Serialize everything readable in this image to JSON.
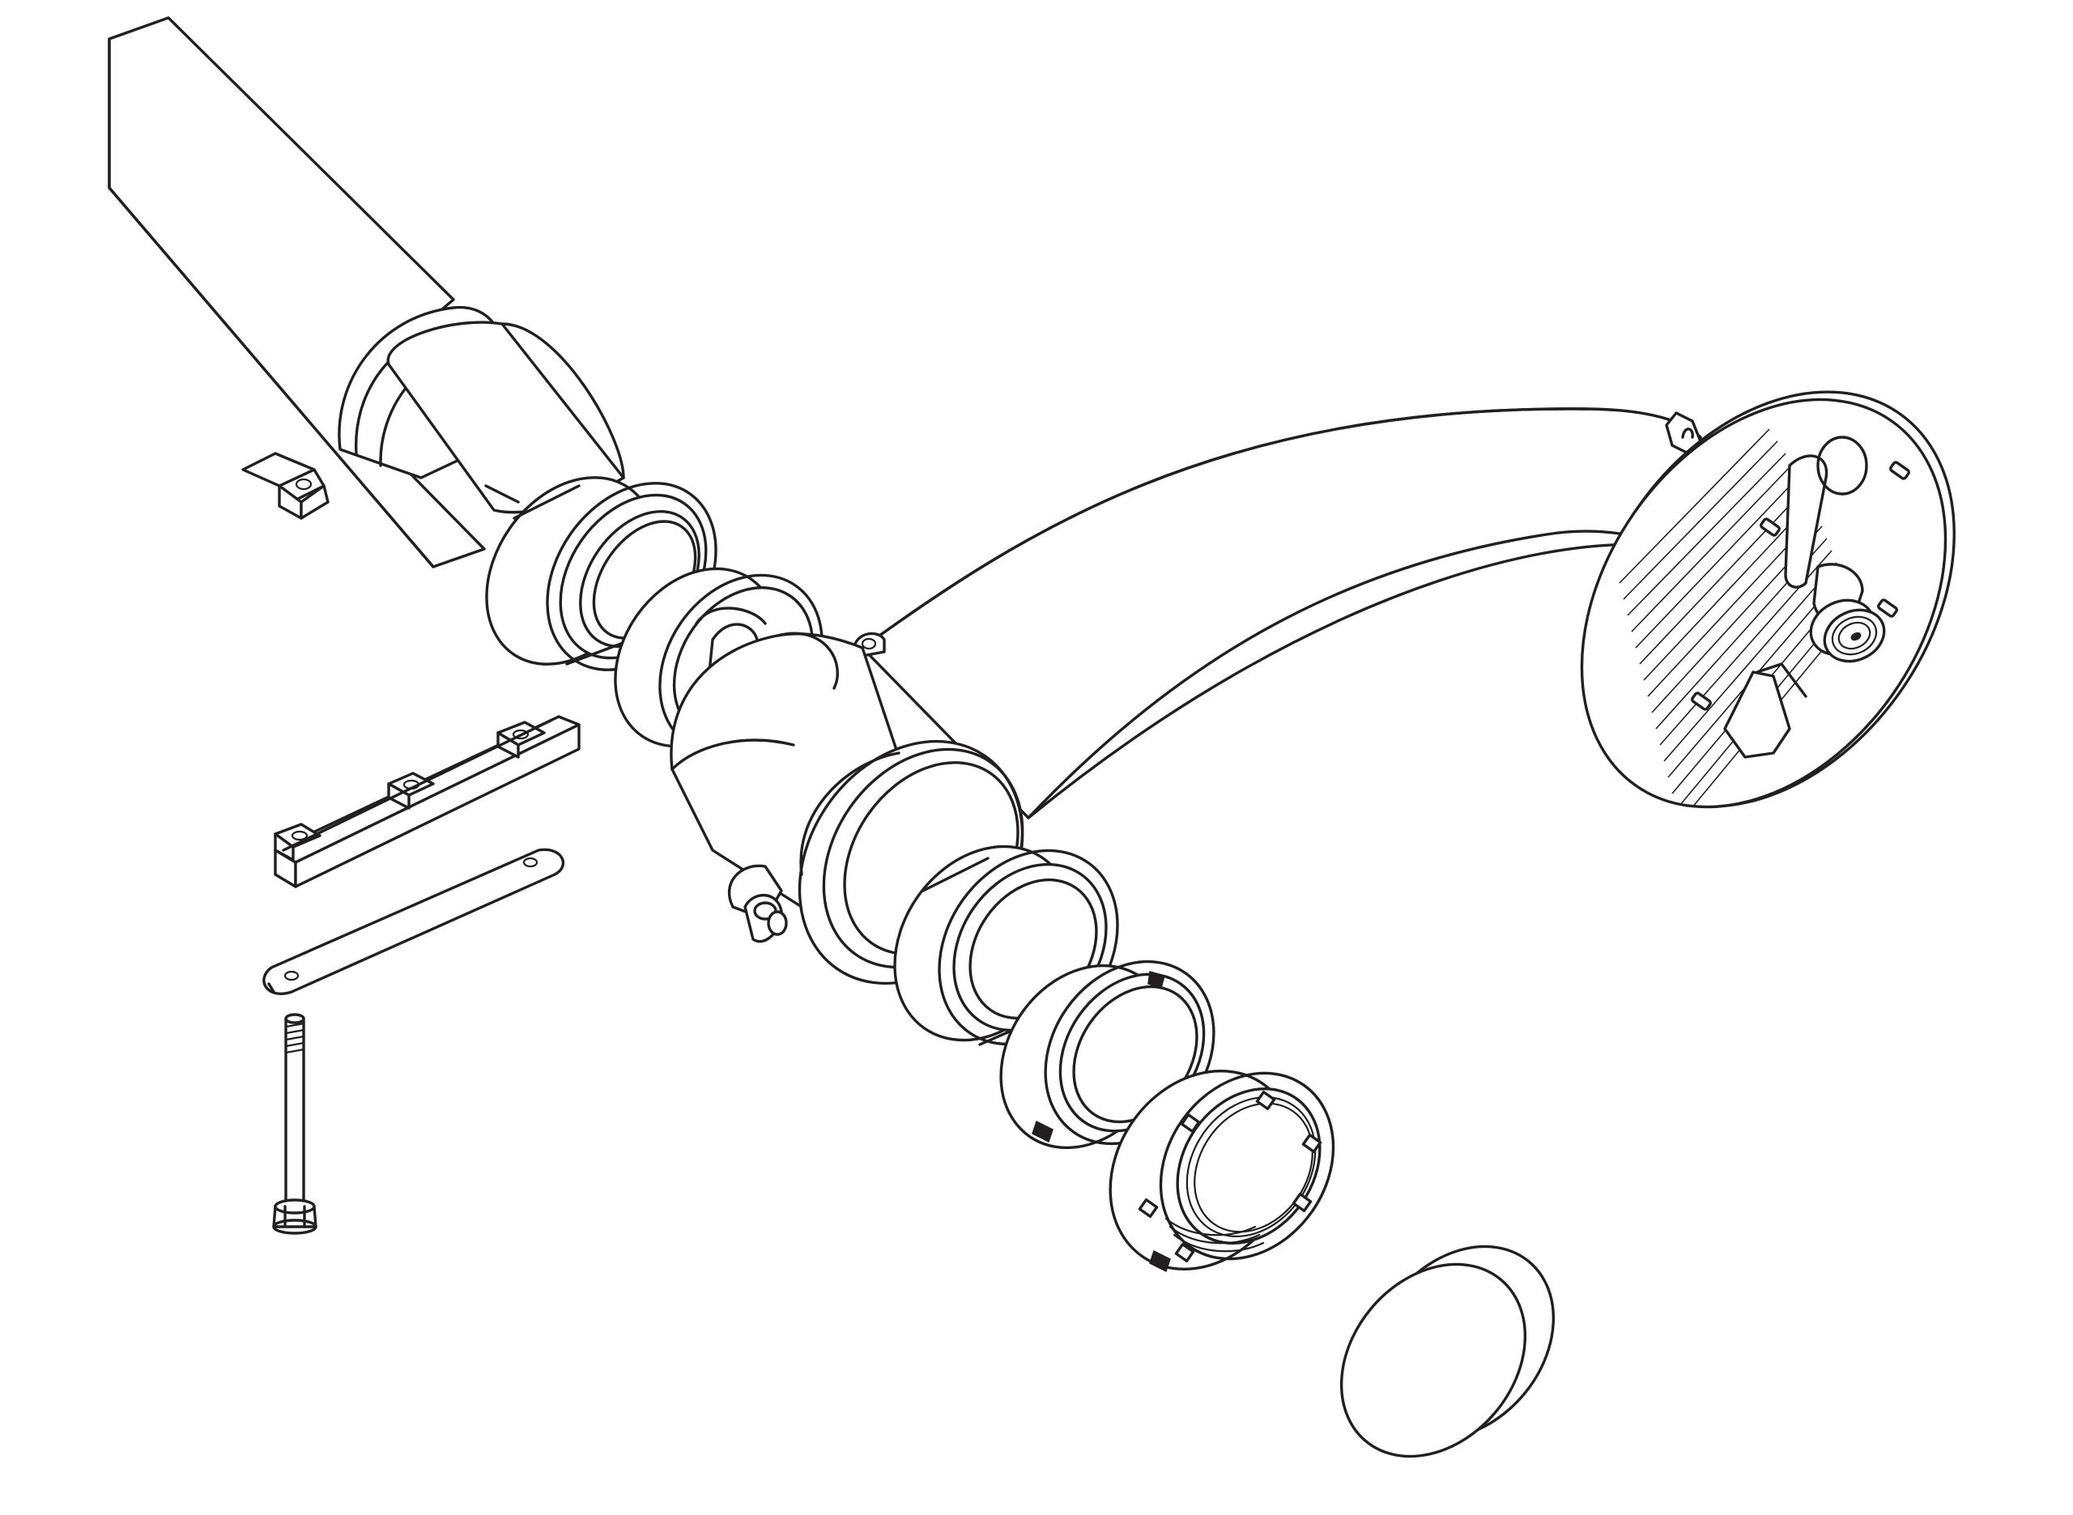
{
  "diagram": {
    "kind": "exploded-assembly-line-art",
    "colors": {
      "line": "#231f20",
      "background": "#ffffff"
    },
    "components": [
      "tube-end",
      "split-clamp",
      "bearing-cup",
      "bearing-race",
      "yoke-housing",
      "curved-arm",
      "mounting-flange",
      "outer-bearing-cup",
      "outer-bearing",
      "seal-ring",
      "slotted-lock-nut",
      "dust-cap",
      "bracket-bar",
      "flat-strap",
      "threaded-bolt"
    ]
  }
}
